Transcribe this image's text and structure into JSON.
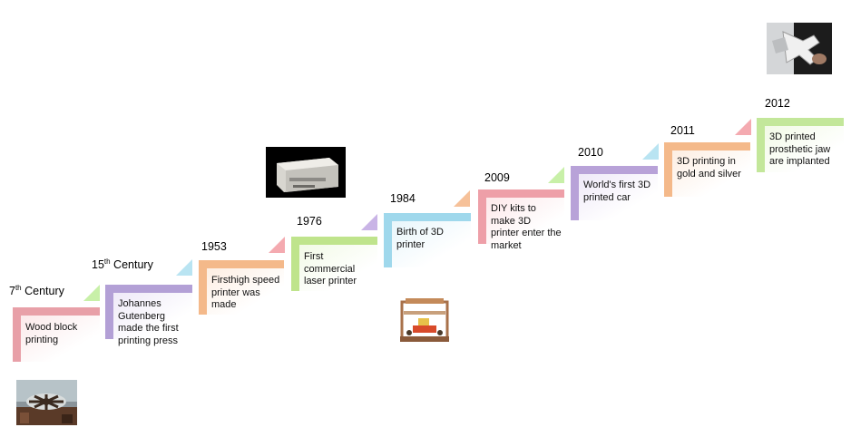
{
  "timeline": {
    "events": [
      {
        "year": "7",
        "sup": "th",
        "rest": " Century",
        "text": "Wood block printing",
        "color": "#e8a0a8",
        "fill": "#fbe9ea",
        "tri": "#c8f0a8"
      },
      {
        "year": "15",
        "sup": "th",
        "rest": " Century",
        "text": "Johannes Gutenberg made the first printing press",
        "color": "#b3a0d6",
        "fill": "#efeaf8",
        "tri": "#b9e4f2"
      },
      {
        "year": "1953",
        "sup": "",
        "rest": "",
        "text": "Firsthigh speed printer was made",
        "color": "#f4b98a",
        "fill": "#fdeee2",
        "tri": "#f4aab0"
      },
      {
        "year": "1976",
        "sup": "",
        "rest": "",
        "text": "First commercial laser printer",
        "color": "#bfe48c",
        "fill": "#f2fae6",
        "tri": "#c9b4e6"
      },
      {
        "year": "1984",
        "sup": "",
        "rest": "",
        "text": "Birth of 3D printer",
        "color": "#9fd8ec",
        "fill": "#e8f6fb",
        "tri": "#f6c199"
      },
      {
        "year": "2009",
        "sup": "",
        "rest": "",
        "text": "DIY kits to make 3D printer enter the market",
        "color": "#ee9fa8",
        "fill": "#fde8ea",
        "tri": "#c8f0a8"
      },
      {
        "year": "2010",
        "sup": "",
        "rest": "",
        "text": "World's first 3D printed car",
        "color": "#b8a2d8",
        "fill": "#efe9f8",
        "tri": "#b9e4f2"
      },
      {
        "year": "2011",
        "sup": "",
        "rest": "",
        "text": "3D printing in gold and silver",
        "color": "#f4b98a",
        "fill": "#fdeee2",
        "tri": "#f4aab0"
      },
      {
        "year": "2012",
        "sup": "",
        "rest": "",
        "text": "3D printed prosthetic jaw are implanted",
        "color": "#c3e79a",
        "fill": "#f2fae6",
        "tri": ""
      }
    ]
  }
}
